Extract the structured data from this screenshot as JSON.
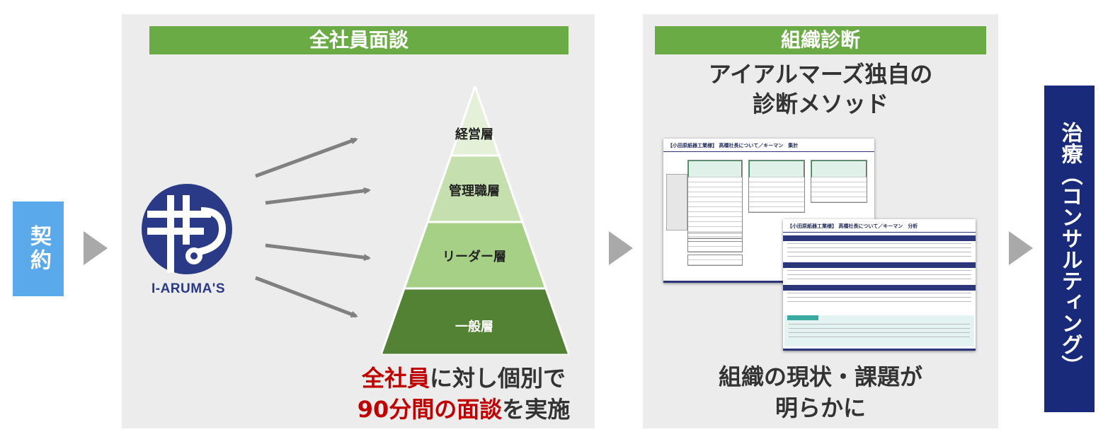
{
  "contract": {
    "label": "契約"
  },
  "panel1": {
    "header": "全社員面談",
    "logo_text": "I-ARUMA'S",
    "pyramid_levels": [
      "経営層",
      "管理職層",
      "リーダー層",
      "一般層"
    ],
    "caption": {
      "part1_red": "全社員",
      "part2": "に対し個別で",
      "part3_red": "90分間の面談",
      "part4": "を実施"
    }
  },
  "panel2": {
    "header": "組織診断",
    "subtitle_line1": "アイアルマーズ独自の",
    "subtitle_line2": "診断メソッド",
    "doc1_title": "【小田原紙器工業様】 高橋社長について／キーマン　集計",
    "doc2_title": "【小田原紙器工業様】 高橋社長について／キーマン　分析",
    "caption_line1": "組織の現状・課題が",
    "caption_line2": "明らかに"
  },
  "treatment": {
    "label": "治療（コンサルティング）"
  },
  "colors": {
    "green": "#6aab45",
    "navy": "#1a2a7a",
    "blue": "#5aa9ea",
    "red": "#c00000",
    "arrow": "#a9a9a9"
  }
}
